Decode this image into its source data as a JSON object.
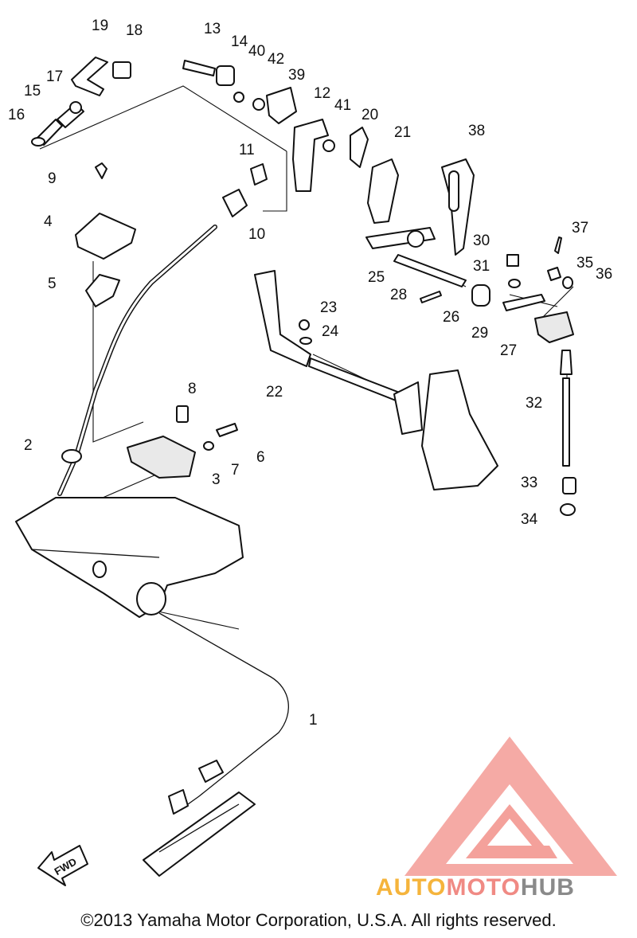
{
  "diagram": {
    "callouts": [
      "1",
      "2",
      "3",
      "4",
      "5",
      "6",
      "7",
      "8",
      "9",
      "10",
      "11",
      "12",
      "13",
      "14",
      "15",
      "16",
      "17",
      "18",
      "19",
      "20",
      "21",
      "22",
      "23",
      "24",
      "25",
      "26",
      "27",
      "28",
      "29",
      "30",
      "31",
      "32",
      "33",
      "34",
      "35",
      "36",
      "37",
      "38",
      "39",
      "40",
      "41",
      "42"
    ],
    "fwd_label": "FWD"
  },
  "watermark": {
    "part1": "AUTO",
    "part2": "MOTO",
    "part3": "HUB",
    "colors": {
      "auto": "#f5b43c",
      "moto": "#f08a84",
      "hub": "#8a8a8a",
      "triangle": "#f07f78"
    }
  },
  "footer": {
    "copyright": "©2013 Yamaha Motor Corporation, U.S.A. All rights reserved."
  }
}
